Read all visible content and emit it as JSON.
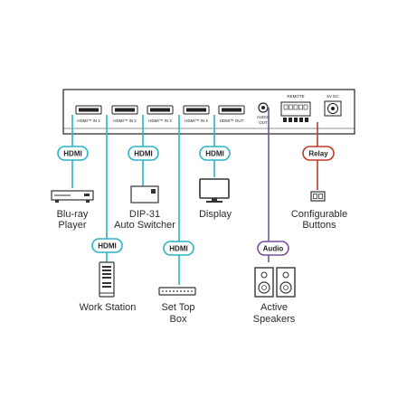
{
  "unit": {
    "ports": [
      "HDMI™ IN 1",
      "HDMI™ IN 2",
      "HDMI™ IN 3",
      "HDMI™ IN 4",
      "HDMI™ OUT"
    ],
    "audio_out_label": [
      "AUDIO",
      "OUT"
    ],
    "remote_label": "REMOTE",
    "power_label": "5V DC"
  },
  "badges": {
    "hdmi": "HDMI",
    "audio": "Audio",
    "relay": "Relay"
  },
  "devices": {
    "bluray": [
      "Blu-ray",
      "Player"
    ],
    "dip31": [
      "DIP-31",
      "Auto Switcher"
    ],
    "display": "Display",
    "buttons": [
      "Configurable",
      "Buttons"
    ],
    "workstation": "Work Station",
    "settopbox": [
      "Set Top",
      "Box"
    ],
    "speakers": [
      "Active",
      "Speakers"
    ]
  },
  "colors": {
    "hdmi_line": "#2bb3c9",
    "audio_line": "#7a4fa0",
    "relay_line": "#c0392b",
    "device_outline": "#333333"
  }
}
